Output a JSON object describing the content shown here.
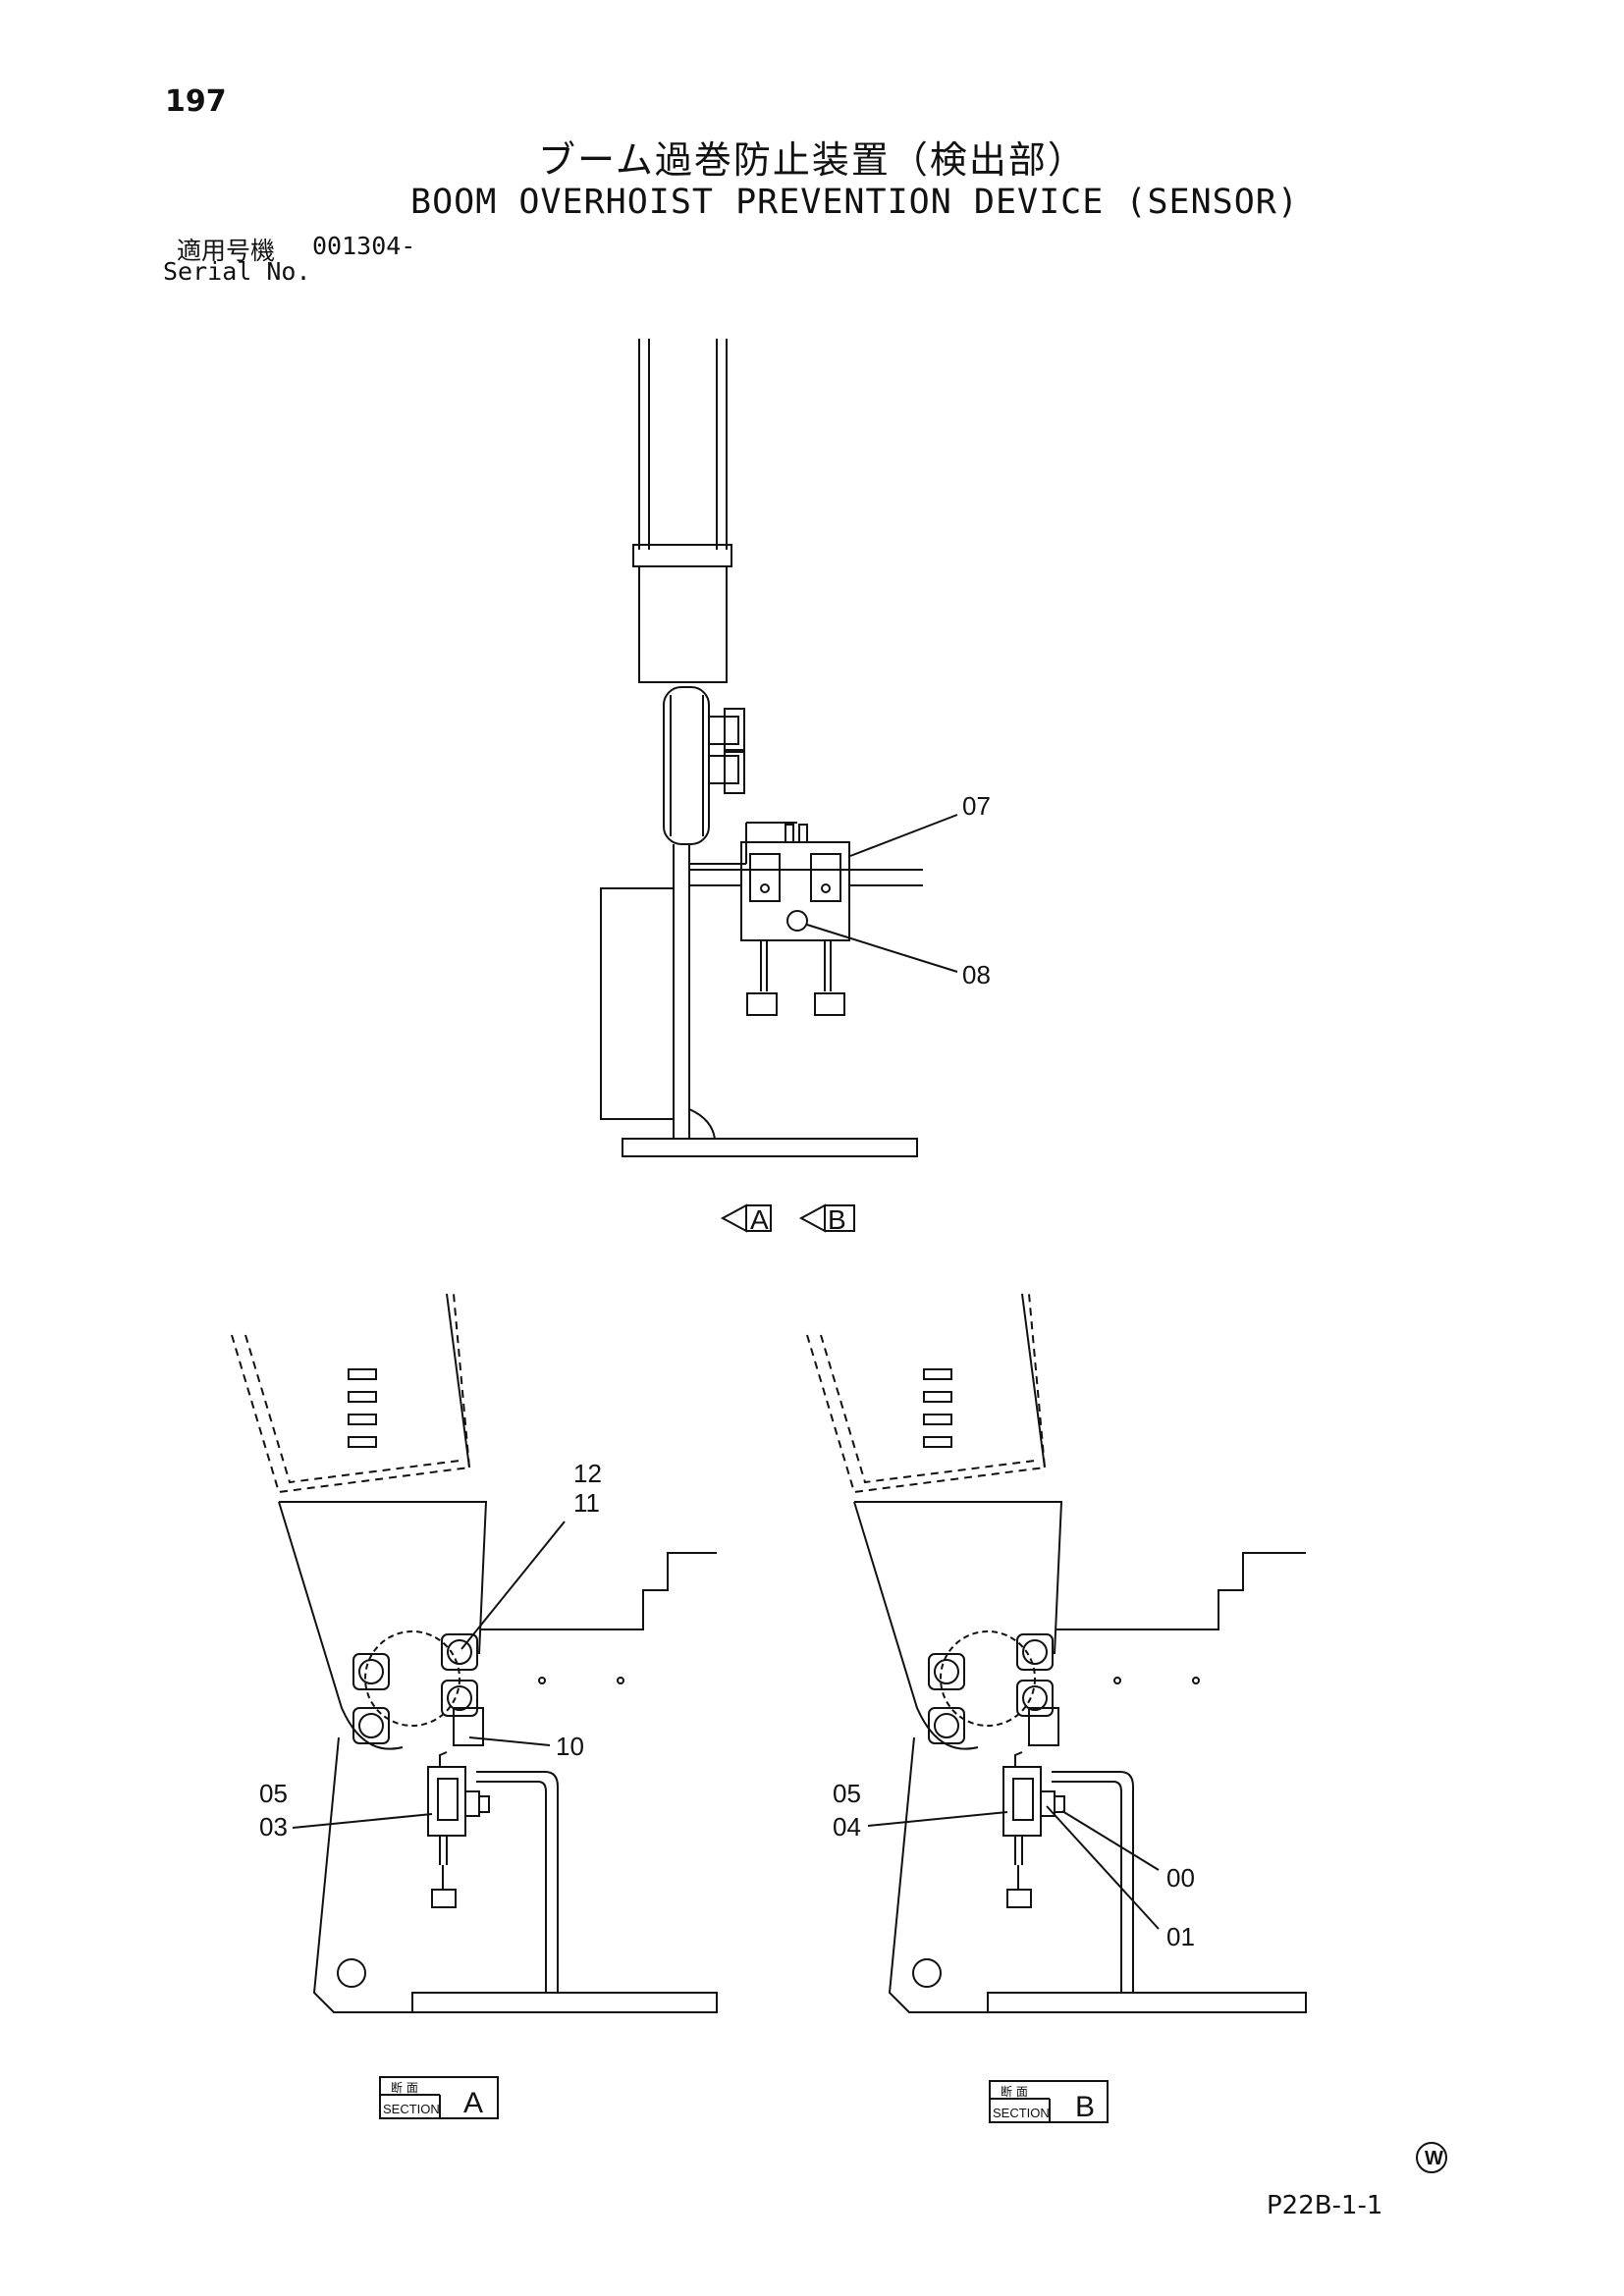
{
  "header": {
    "page_number": "197",
    "title_jp": "ブーム過巻防止装置（検出部）",
    "title_en": "BOOM OVERHOIST PREVENTION DEVICE (SENSOR)",
    "serial_label_jp": "適用号機",
    "serial_value": "001304-",
    "serial_label_en": "Serial No."
  },
  "main_view": {
    "callouts": [
      "07",
      "08"
    ],
    "view_arrows": [
      "A",
      "B"
    ]
  },
  "section_a": {
    "callouts": [
      "12",
      "11",
      "10",
      "05",
      "03"
    ],
    "label_jp": "断 面",
    "label_en": "SECTION",
    "letter": "A"
  },
  "section_b": {
    "callouts": [
      "05",
      "04",
      "00",
      "01"
    ],
    "label_jp": "断 面",
    "label_en": "SECTION",
    "letter": "B"
  },
  "footer": {
    "mark": "W",
    "page_code": "P22B-1-1"
  }
}
